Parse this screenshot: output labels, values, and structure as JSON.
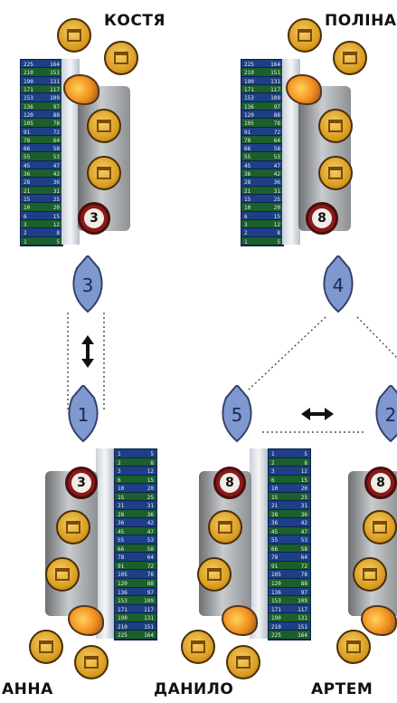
{
  "players": {
    "top_left": "КОСТЯ",
    "top_right": "ПОЛІНА",
    "bottom_left": "АННА",
    "bottom_mid": "ДАНИЛО",
    "bottom_right": "АРТЕМ"
  },
  "boards": {
    "kostia": {
      "medallion": "3",
      "drop": "3"
    },
    "polina": {
      "medallion": "8",
      "drop": "4"
    },
    "anna": {
      "medallion": "3",
      "drop": "1"
    },
    "danylo": {
      "medallion": "8",
      "drop": "5"
    },
    "artem": {
      "medallion": "8",
      "drop": "2"
    }
  },
  "score_rows": [
    [
      "1",
      "5"
    ],
    [
      "2",
      "8"
    ],
    [
      "3",
      "12"
    ],
    [
      "6",
      "15"
    ],
    [
      "10",
      "20"
    ],
    [
      "15",
      "25"
    ],
    [
      "21",
      "31"
    ],
    [
      "28",
      "36"
    ],
    [
      "36",
      "42"
    ],
    [
      "45",
      "47"
    ],
    [
      "55",
      "53"
    ],
    [
      "66",
      "58"
    ],
    [
      "78",
      "64"
    ],
    [
      "91",
      "72"
    ],
    [
      "105",
      "78"
    ],
    [
      "120",
      "88"
    ],
    [
      "136",
      "97"
    ],
    [
      "153",
      "109"
    ],
    [
      "171",
      "117"
    ],
    [
      "190",
      "131"
    ],
    [
      "210",
      "151"
    ],
    [
      "225",
      "164"
    ]
  ],
  "icons": {
    "swap_vertical": "up-down-arrow-icon",
    "swap_horizontal": "left-right-arrow-icon"
  },
  "colors": {
    "scale_blue": "#1d3f86",
    "gold": "#d79a1f",
    "medallion": "#8a1a1a",
    "drop": "#7f98cf"
  }
}
